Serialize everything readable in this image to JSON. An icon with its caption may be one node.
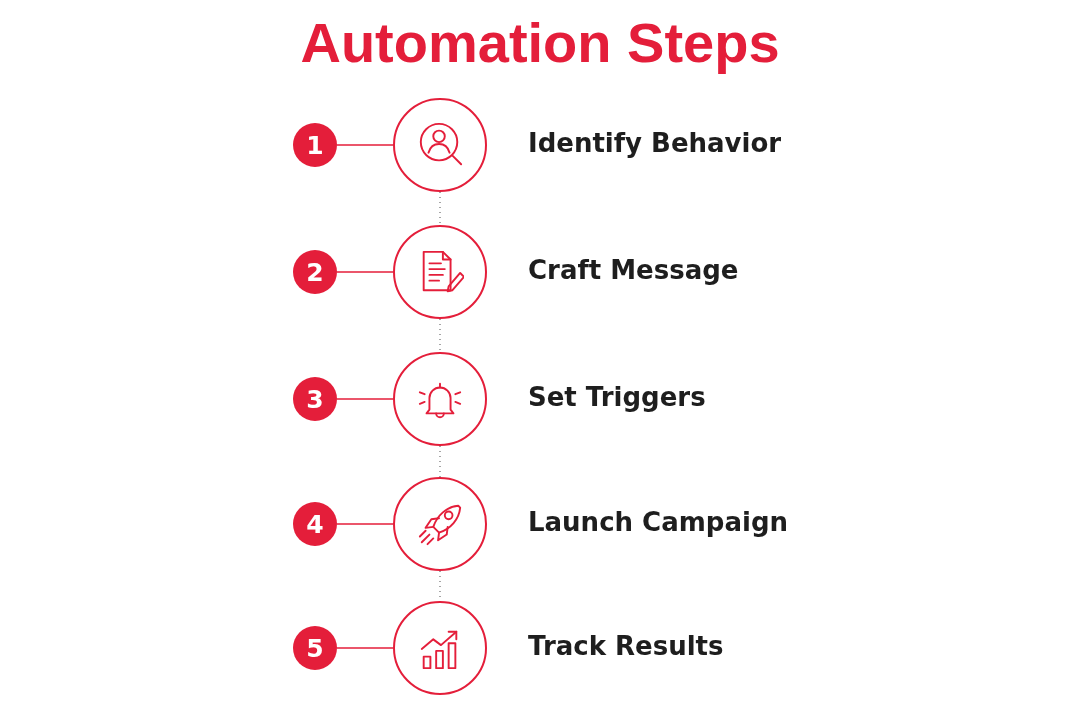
{
  "diagram": {
    "title": "Automation Steps",
    "nodes": [
      {
        "text": [
          "1"
        ]
      },
      {
        "text": [],
        "shape": "circle",
        "beside": [
          "Identify Behavior"
        ]
      },
      {
        "text": [
          "2"
        ]
      },
      {
        "text": [],
        "shape": "circle",
        "beside": [
          "Craft Message"
        ]
      },
      {
        "text": [
          "3"
        ]
      },
      {
        "text": [],
        "shape": "circle",
        "beside": [
          "Set Triggers"
        ]
      },
      {
        "text": [
          "4"
        ]
      },
      {
        "text": [],
        "shape": "circle",
        "beside": [
          "Launch Campaign"
        ]
      },
      {
        "text": [
          "5"
        ]
      },
      {
        "text": [],
        "shape": "circle",
        "beside": [
          "Track Results"
        ]
      }
    ],
    "edges": [
      {
        "from": 0,
        "to": 1,
        "arrow": "none"
      },
      {
        "from": 1,
        "to": 3,
        "arrow": "none",
        "style": "dashed",
        "color": "#888888"
      },
      {
        "from": 2,
        "to": 3,
        "arrow": "none"
      },
      {
        "from": 3,
        "to": 5,
        "arrow": "none",
        "style": "dashed",
        "color": "#888888"
      },
      {
        "from": 4,
        "to": 5,
        "arrow": "none"
      },
      {
        "from": 5,
        "to": 7,
        "arrow": "none",
        "style": "dashed",
        "color": "#888888"
      },
      {
        "from": 6,
        "to": 7,
        "arrow": "none"
      },
      {
        "from": 7,
        "to": 9,
        "arrow": "none",
        "style": "dashed",
        "color": "#888888"
      },
      {
        "from": 8,
        "to": 9,
        "arrow": "none"
      }
    ]
  }
}
